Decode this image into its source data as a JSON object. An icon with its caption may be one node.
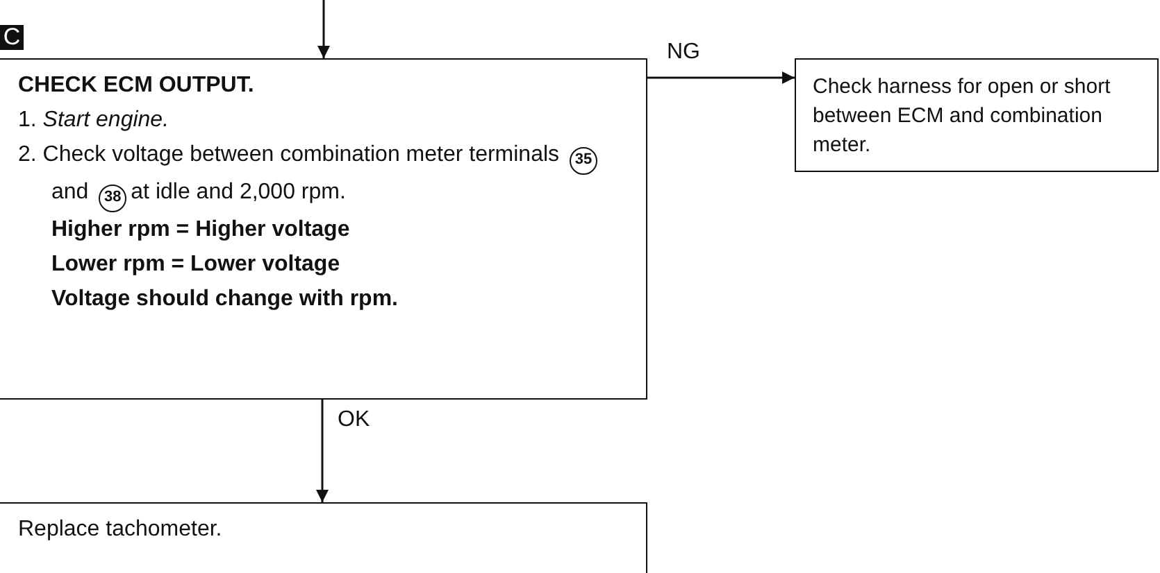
{
  "diagram": {
    "nodes": [
      {
        "text": [
          "CHECK ECM OUTPUT.",
          "1. *Start engine.*",
          "2. Check voltage between combination meter terminals",
          "35",
          "and",
          "38",
          "at idle and 2,000 rpm.",
          "Higher rpm = Higher voltage",
          "Lower rpm = Lower voltage",
          "Voltage should change with rpm."
        ]
      },
      {
        "text": [
          "Check harness for open or short between ECM and combination meter."
        ]
      },
      {
        "text": [
          "Replace tachometer."
        ]
      }
    ],
    "edges": [
      {
        "from": null,
        "to": 0,
        "arrow": "to"
      },
      {
        "from": 0,
        "to": 1,
        "arrow": "to",
        "label": "NG"
      },
      {
        "from": 0,
        "to": 2,
        "arrow": "to",
        "label": "OK"
      }
    ],
    "labels": [
      "C"
    ]
  }
}
